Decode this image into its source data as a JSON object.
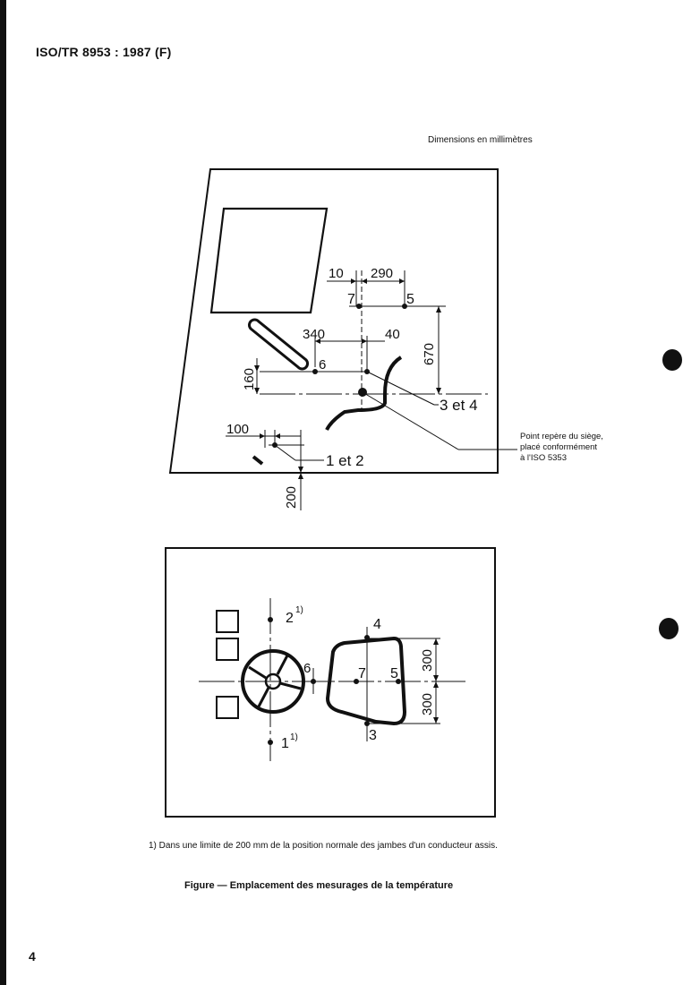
{
  "header": {
    "title": "ISO/TR 8953 : 1987 (F)"
  },
  "dimensions_note": "Dimensions en millimètres",
  "side_view": {
    "labels": {
      "d10": "10",
      "d290": "290",
      "d340": "340",
      "d40": "40",
      "d670": "670",
      "d160": "160",
      "d100": "100",
      "d200": "200",
      "p7": "7",
      "p5": "5",
      "p6": "6",
      "p3et4": "3 et 4",
      "p1et2": "1 et 2"
    },
    "seat_point_note": [
      "Point repère du siège,",
      "placé conformément",
      "à l'ISO 5353"
    ]
  },
  "plan_view": {
    "labels": {
      "p2": "2",
      "p2sup": "1)",
      "p1": "1",
      "p1sup": "1)",
      "p4": "4",
      "p6": "6",
      "p7": "7",
      "p5": "5",
      "p3": "3",
      "d300a": "300",
      "d300b": "300"
    }
  },
  "footnote": "1)   Dans une limite de 200 mm de la position normale des jambes d'un conducteur assis.",
  "caption": "Figure — Emplacement des mesurages de la température",
  "page_number": "4"
}
